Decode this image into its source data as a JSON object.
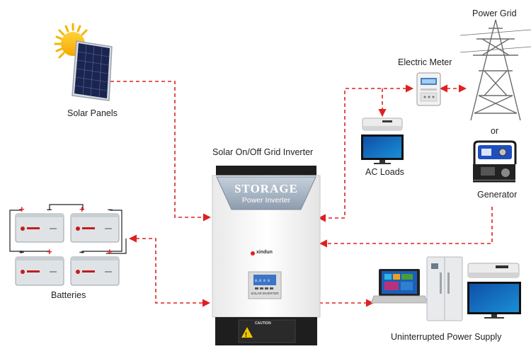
{
  "labels": {
    "solar_panels": "Solar Panels",
    "power_grid": "Power Grid",
    "electric_meter": "Electric Meter",
    "ac_loads": "AC Loads",
    "or": "or",
    "generator": "Generator",
    "inverter_title": "Solar On/Off Grid Inverter",
    "batteries": "Batteries",
    "ups": "Uninterrupted Power Supply"
  },
  "inverter": {
    "brand_line1": "STORAGE",
    "brand_line2": "Power Inverter",
    "logo_text": "xindun",
    "panel_caption": "SOLAR INVERTER",
    "caution": "CAUTION"
  },
  "colors": {
    "connector": "#e02020",
    "inverter_body": "#f4f4f4",
    "inverter_dark": "#1e1e1e",
    "badge": "#9aa8b8"
  },
  "icons": [
    "sun-icon",
    "solar-panel-icon",
    "power-tower-icon",
    "electric-meter-icon",
    "air-conditioner-icon",
    "tv-icon",
    "generator-icon",
    "battery-icon",
    "laptop-icon",
    "fridge-icon"
  ]
}
